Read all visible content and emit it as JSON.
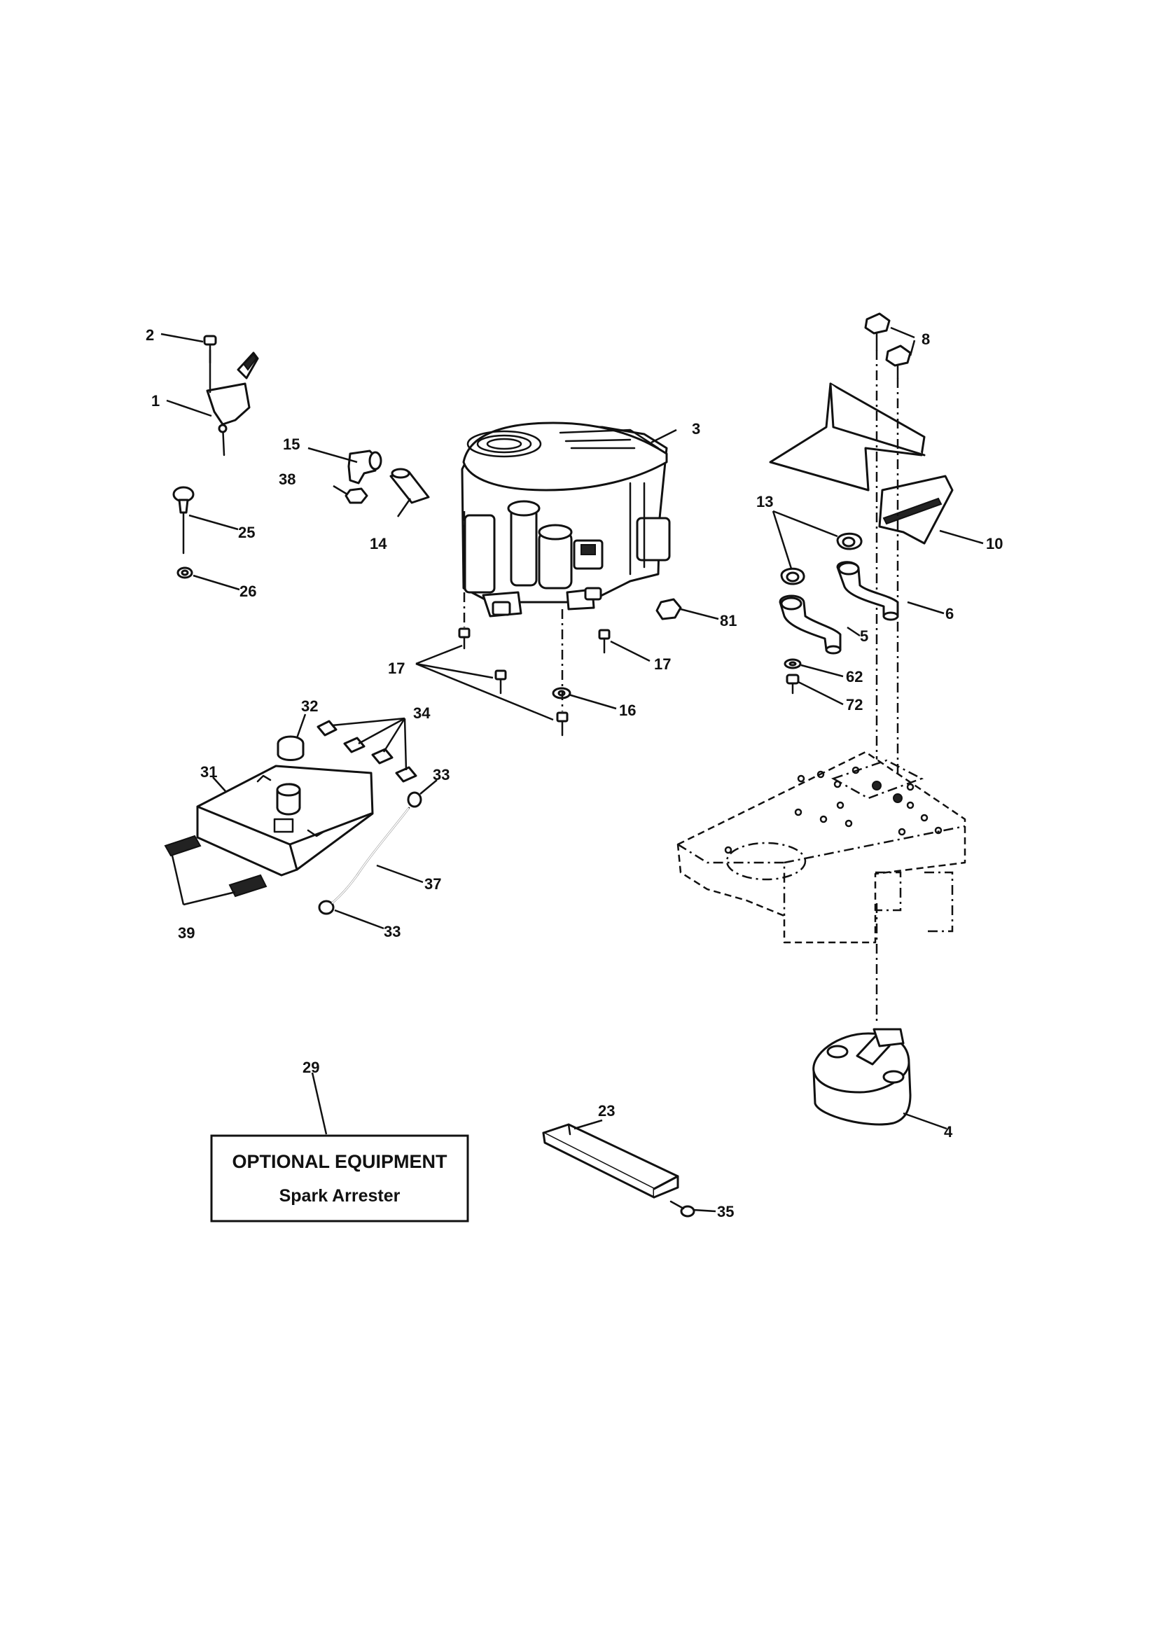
{
  "callouts": {
    "c1": "1",
    "c2": "2",
    "c3": "3",
    "c4": "4",
    "c5": "5",
    "c6": "6",
    "c8": "8",
    "c10": "10",
    "c13": "13",
    "c14": "14",
    "c15": "15",
    "c16": "16",
    "c17a": "17",
    "c17b": "17",
    "c23": "23",
    "c25": "25",
    "c26": "26",
    "c29": "29",
    "c31": "31",
    "c32": "32",
    "c33a": "33",
    "c33b": "33",
    "c34": "34",
    "c35": "35",
    "c37": "37",
    "c38": "38",
    "c39": "39",
    "c62": "62",
    "c72": "72",
    "c81": "81"
  },
  "optional_box": {
    "title": "OPTIONAL EQUIPMENT",
    "subtitle": "Spark Arrester"
  }
}
